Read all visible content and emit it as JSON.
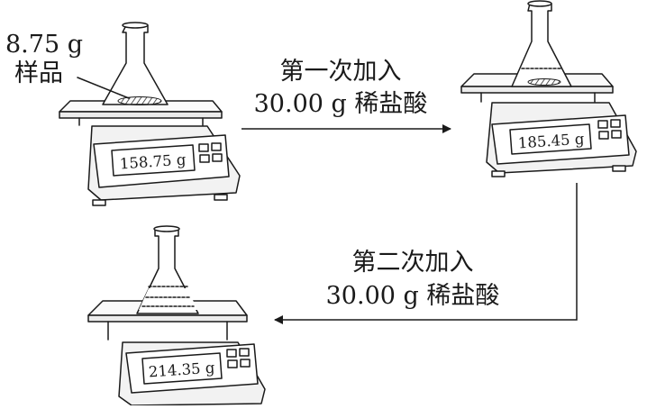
{
  "sample": {
    "mass": "8.75 g",
    "name": "样品"
  },
  "steps": [
    {
      "line1": "第一次加入",
      "line2": "30.00 g 稀盐酸"
    },
    {
      "line1": "第二次加入",
      "line2": "30.00 g 稀盐酸"
    }
  ],
  "scales": [
    {
      "reading": "158.75 g",
      "contents": "sample"
    },
    {
      "reading": "185.45 g",
      "contents": "sample-and-liquid"
    },
    {
      "reading": "214.35 g",
      "contents": "liquid"
    }
  ]
}
